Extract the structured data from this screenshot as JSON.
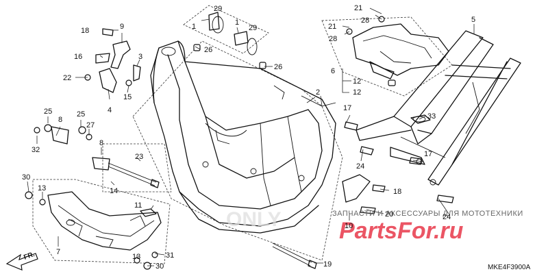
{
  "callouts": {
    "c1a": "1",
    "c1b": "1",
    "c2": "2",
    "c3": "3",
    "c4": "4",
    "c5": "5",
    "c6": "6",
    "c7": "7",
    "c8a": "8",
    "c8b": "8",
    "c9": "9",
    "c10": "10",
    "c11": "11",
    "c12a": "12",
    "c12b": "12",
    "c13a": "13",
    "c13b": "13",
    "c14": "14",
    "c15": "15",
    "c16": "16",
    "c17a": "17",
    "c17b": "17",
    "c18a": "18",
    "c18b": "18",
    "c19": "19",
    "c20": "20",
    "c21a": "21",
    "c21b": "21",
    "c22": "22",
    "c23": "23",
    "c24a": "24",
    "c24b": "24",
    "c25a": "25",
    "c25b": "25",
    "c26a": "26",
    "c26b": "26",
    "c27": "27",
    "c28a": "28",
    "c28b": "28",
    "c29a": "29",
    "c29b": "29",
    "c30a": "30",
    "c30b": "30",
    "c31": "31",
    "c32": "32",
    "c33": "33"
  },
  "watermark": {
    "tagline": "ЗАПЧАСТИ И АКСЕССУАРЫ ДЛЯ МОТОТЕХНИКИ",
    "brand": "PartsFor.ru",
    "faint": "ONLY"
  },
  "direction_label": "FR.",
  "diagram_code": "MKE4F3900A"
}
